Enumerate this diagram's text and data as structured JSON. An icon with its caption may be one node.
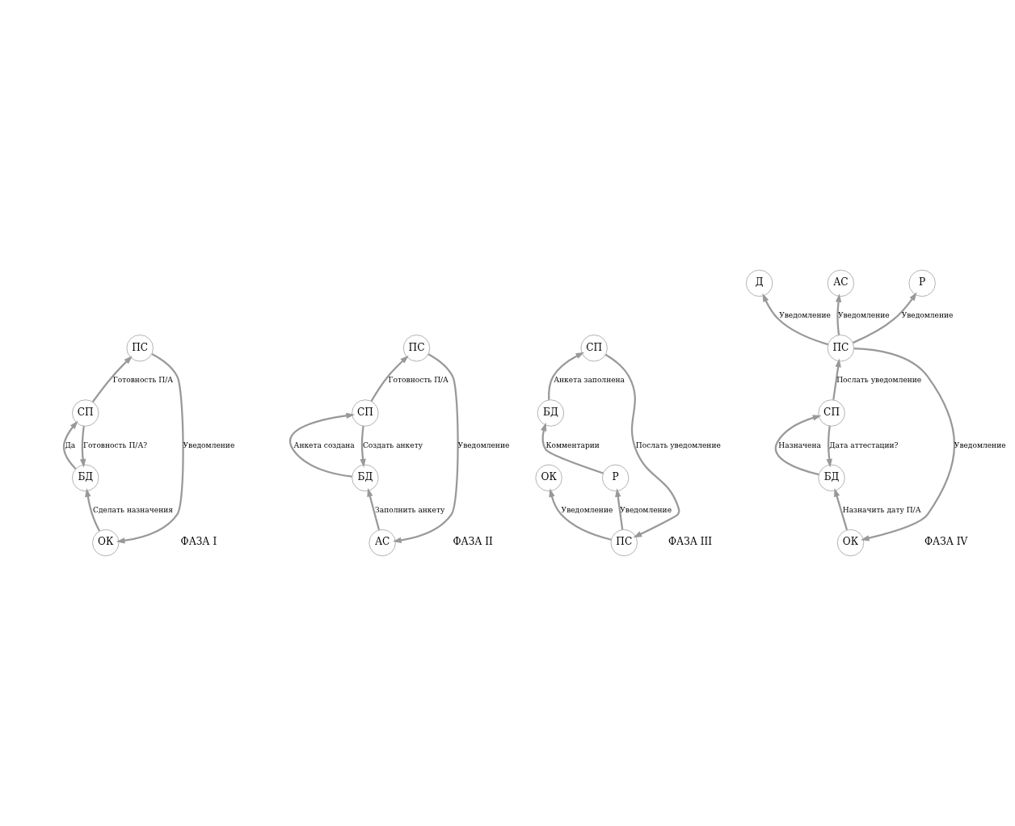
{
  "diagram": {
    "nodes": [
      {
        "text": [
          "ОК"
        ]
      },
      {
        "text": [
          "ПС"
        ]
      },
      {
        "text": [
          "БД"
        ]
      },
      {
        "text": [
          "СП"
        ]
      },
      {
        "text": [
          "АС"
        ]
      },
      {
        "text": [
          "ПС"
        ]
      },
      {
        "text": [
          "БД"
        ]
      },
      {
        "text": [
          "СП"
        ]
      },
      {
        "text": [
          "ОК"
        ]
      },
      {
        "text": [
          "ПС"
        ]
      },
      {
        "text": [
          "БД"
        ]
      },
      {
        "text": [
          "СП"
        ]
      },
      {
        "text": [
          "Р"
        ]
      },
      {
        "text": [
          "Д"
        ]
      },
      {
        "text": [
          "ОК"
        ]
      },
      {
        "text": [
          "ПС"
        ]
      },
      {
        "text": [
          "БД"
        ]
      },
      {
        "text": [
          "СП"
        ]
      },
      {
        "text": [
          "АС"
        ]
      },
      {
        "text": [
          "Р"
        ]
      }
    ],
    "edges": [
      {
        "from": 1,
        "to": 0,
        "arrow": "to",
        "label": "Уведомление"
      },
      {
        "from": 0,
        "to": 2,
        "arrow": "to",
        "label": "Сделать назначения"
      },
      {
        "from": 3,
        "to": 2,
        "arrow": "to",
        "label": "Готовность П/А?"
      },
      {
        "from": 2,
        "to": 3,
        "arrow": "to",
        "label": "Да"
      },
      {
        "from": 3,
        "to": 1,
        "arrow": "to",
        "label": "Готовность П/А"
      },
      {
        "from": 5,
        "to": 4,
        "arrow": "to",
        "label": "Уведомление"
      },
      {
        "from": 4,
        "to": 6,
        "arrow": "to",
        "label": "Заполнить анкету"
      },
      {
        "from": 7,
        "to": 6,
        "arrow": "to",
        "label": "Создать анкету"
      },
      {
        "from": 6,
        "to": 7,
        "arrow": "to",
        "label": "Анкета создана"
      },
      {
        "from": 7,
        "to": 5,
        "arrow": "to",
        "label": "Готовность П/А"
      },
      {
        "from": 9,
        "to": 8,
        "arrow": "to",
        "label": "Уведомление"
      },
      {
        "from": 10,
        "to": 11,
        "arrow": "to",
        "label": "Анкета заполнена"
      },
      {
        "from": 11,
        "to": 9,
        "arrow": "to",
        "label": "Послать уведомление"
      },
      {
        "from": 9,
        "to": 12,
        "arrow": "to",
        "label": "Уведомление"
      },
      {
        "from": 12,
        "to": 10,
        "arrow": "to",
        "label": "Комментарии"
      },
      {
        "from": 15,
        "to": 13,
        "arrow": "to",
        "label": "Уведомление"
      },
      {
        "from": 15,
        "to": 14,
        "arrow": "to",
        "label": "Уведомление"
      },
      {
        "from": 14,
        "to": 16,
        "arrow": "to",
        "label": "Назначить дату П/А"
      },
      {
        "from": 17,
        "to": 16,
        "arrow": "to",
        "label": "Дата аттестации?"
      },
      {
        "from": 16,
        "to": 17,
        "arrow": "to",
        "label": "Назначена"
      },
      {
        "from": 17,
        "to": 15,
        "arrow": "to",
        "label": "Послать уведомление"
      },
      {
        "from": 15,
        "to": 18,
        "arrow": "to",
        "label": "Уведомление"
      },
      {
        "from": 15,
        "to": 19,
        "arrow": "to",
        "label": "Уведомление"
      }
    ],
    "labels": [
      "ФАЗА I",
      "ФАЗА II",
      "ФАЗА III",
      "ФАЗА IV"
    ]
  }
}
